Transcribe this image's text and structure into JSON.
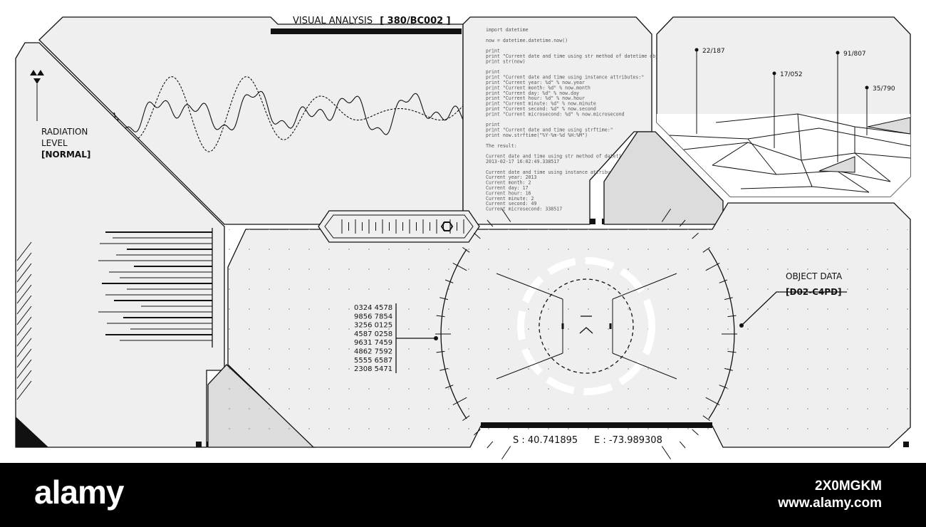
{
  "header": {
    "title_prefix": "VISUAL ANALYSIS",
    "title_code": "[ 380/BC002 ]"
  },
  "radiation": {
    "label_line1": "RADIATION",
    "label_line2": "LEVEL",
    "status": "[NORMAL]",
    "icon": "radiation-triangles-icon"
  },
  "code_panel": {
    "lines": [
      "import datetime",
      "",
      "now = datetime.datetime.now()",
      "",
      "print",
      "print \"Current date and time using str method of datetime object:\"",
      "print str(now)",
      "",
      "print",
      "print \"Current date and time using instance attributes:\"",
      "print \"Current year: %d\" % now.year",
      "print \"Current month: %d\" % now.month",
      "print \"Current day: %d\" % now.day",
      "print \"Current hour: %d\" % now.hour",
      "print \"Current minute: %d\" % now.minute",
      "print \"Current second: %d\" % now.second",
      "print \"Current microsecond: %d\" % now.microsecond",
      "",
      "print",
      "print \"Current date and time using strftime:\"",
      "print now.strftime(\"%Y-%m-%d %H:%M\")",
      "",
      "The result:",
      "",
      "Current date and time using str method of datetime object:",
      "2013-02-17 16:02:49.338517",
      "",
      "Current date and time using instance attributes:",
      "Current year: 2013",
      "Current month: 2",
      "Current day: 17",
      "Current hour: 16",
      "Current minute: 2",
      "Current second: 49",
      "Current microsecond: 338517"
    ]
  },
  "terrain": {
    "markers": [
      {
        "label": "22/187"
      },
      {
        "label": "17/052"
      },
      {
        "label": "91/807"
      },
      {
        "label": "35/790"
      }
    ]
  },
  "number_list": [
    "0324 4578",
    "9856 7854",
    "3256 0125",
    "4587 0258",
    "9631 7459",
    "4862 7592",
    "5555 6587",
    "2308 5471"
  ],
  "object_data": {
    "label": "OBJECT DATA",
    "code": "[D02-C4PD]"
  },
  "coordinates": {
    "s_text": "S : 40.741895",
    "e_text": "E : -73.989308"
  },
  "footer": {
    "brand": "alamy",
    "image_id": "2X0MGKM",
    "url": "www.alamy.com"
  },
  "colors": {
    "panel_fill": "#efefef",
    "stroke": "#111111",
    "shade": "#dcdcdc",
    "footer_bg": "#000000"
  }
}
